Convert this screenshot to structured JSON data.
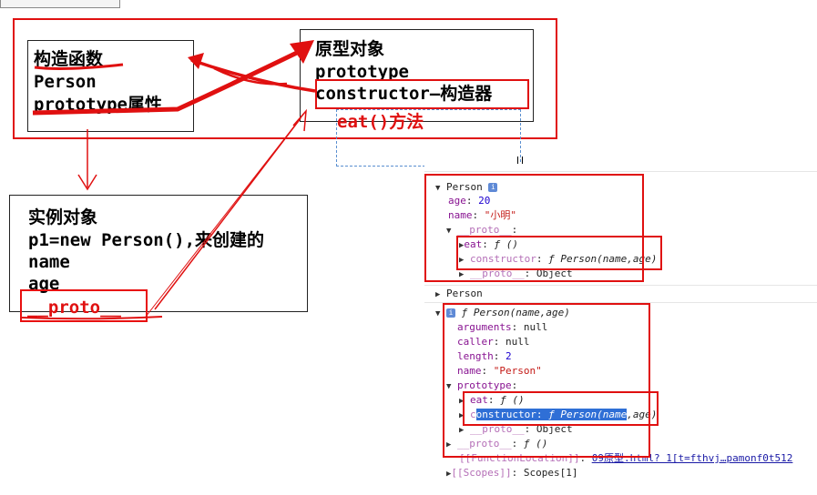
{
  "constructor_box": {
    "title": "构造函数",
    "line2": "Person",
    "line3": "prototype属性"
  },
  "prototype_box": {
    "title": "原型对象",
    "line2": "prototype",
    "line3": "constructor—构造器"
  },
  "eat_label": "eat()方法",
  "instance_box": {
    "title": "实例对象",
    "line2": "p1=new Person(),来创建的",
    "line3": "name",
    "line4": "age",
    "proto": "__proto__"
  },
  "console": {
    "obj1": {
      "name": "Person",
      "age_key": "age",
      "age_val": "20",
      "name_key": "name",
      "name_val": "\"小明\"",
      "proto_key": "__proto__",
      "eat_key": "eat",
      "eat_val": "ƒ ()",
      "ctor_key": "constructor",
      "ctor_val": "ƒ Person(name,age)",
      "proto2_key": "__proto__",
      "proto2_val": "Object"
    },
    "collapsed_label": "Person",
    "fn": {
      "header": "ƒ Person(name,age)",
      "arguments_key": "arguments",
      "arguments_val": "null",
      "caller_key": "caller",
      "caller_val": "null",
      "length_key": "length",
      "length_val": "2",
      "name_key": "name",
      "name_val": "\"Person\"",
      "prototype_key": "prototype",
      "eat_key": "eat",
      "eat_val": "ƒ ()",
      "ctor_key_sel": "onstructor",
      "ctor_key_pre": "c",
      "ctor_val_sel": "ƒ Person(name",
      "ctor_val_rest": ",age)",
      "proto3_key": "__proto__",
      "proto3_val": "Object",
      "proto4_key": "__proto__",
      "proto4_val": "ƒ ()",
      "fl_key": "[[FunctionLocation]]",
      "fl_val": "09原型.html? 1[t=fthvj…pamonf0t512",
      "scopes_key": "[[Scopes]]",
      "scopes_val": "Scopes[1]"
    }
  }
}
